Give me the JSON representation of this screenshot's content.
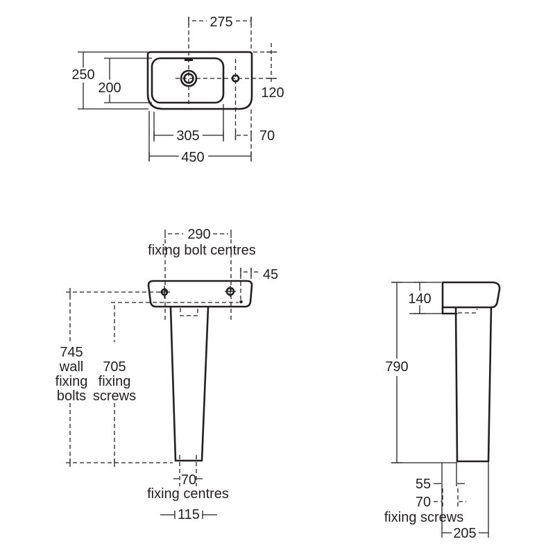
{
  "title": "Washbasin and pedestal dimension drawing",
  "colors": {
    "background": "#ffffff",
    "ink": "#231f20"
  },
  "plan": {
    "drain_to_edge": "275",
    "overall_depth": "250",
    "bowl_depth": "200",
    "tap_hole_from_top": "120",
    "bowl_width": "305",
    "tap_hole_from_edge": "70",
    "overall_width": "450"
  },
  "front": {
    "fixing_bolt_centres": "290",
    "fixing_bolt_centres_label": "fixing bolt centres",
    "side_fixing": "45",
    "wall_fixing_lines": [
      "745",
      "wall",
      "fixing",
      "bolts"
    ],
    "pedestal_fixing_lines": [
      "705",
      "fixing",
      "screws"
    ],
    "fixing_centres": "70",
    "fixing_centres_label": "fixing centres",
    "base_width": "115"
  },
  "side": {
    "basin_height": "140",
    "overall_height": "790",
    "wall_gap": "55",
    "fixing_screws": "70",
    "fixing_screws_label": "fixing screws",
    "base_depth": "205"
  }
}
